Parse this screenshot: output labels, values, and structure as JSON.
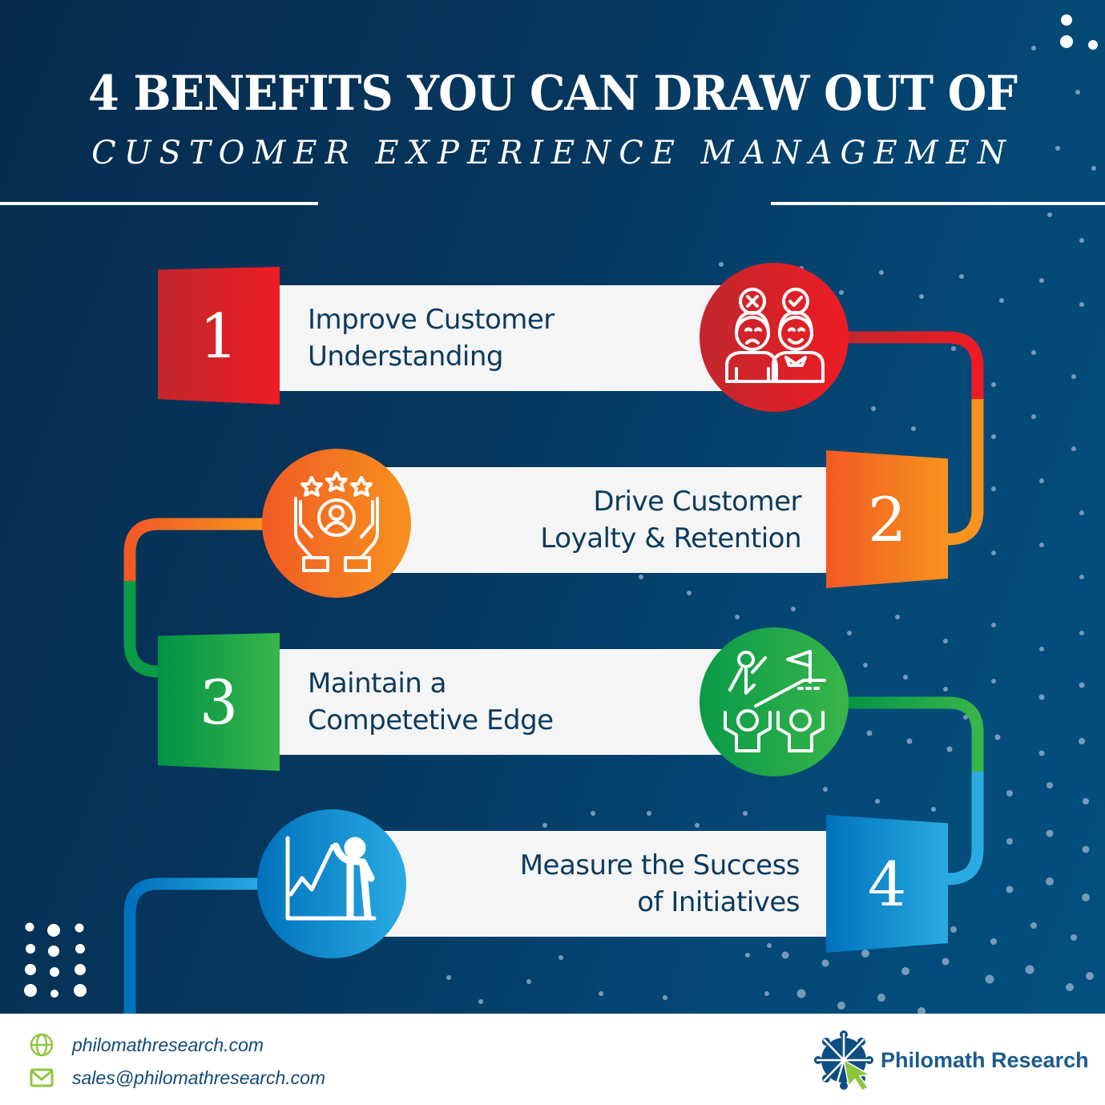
{
  "header": {
    "title_line1": "4 BENEFITS YOU CAN DRAW OUT OF",
    "title_line2": "CUSTOMER EXPERIENCE MANAGEMEN"
  },
  "benefits": [
    {
      "number": "1",
      "line1": "Improve Customer",
      "line2": "Understanding",
      "icon": "satisfied-dissatisfied-customers-icon",
      "color_start": "#c1272d",
      "color_end": "#ed1c24"
    },
    {
      "number": "2",
      "line1": "Drive Customer",
      "line2": "Loyalty & Retention",
      "icon": "hands-rating-stars-icon",
      "color_start": "#f15a24",
      "color_end": "#f7931e"
    },
    {
      "number": "3",
      "line1": "Maintain a",
      "line2": "Competetive Edge",
      "icon": "leader-flag-team-icon",
      "color_start": "#009245",
      "color_end": "#39b54a"
    },
    {
      "number": "4",
      "line1": "Measure the Success",
      "line2": "of Initiatives",
      "icon": "presenter-growth-chart-icon",
      "color_start": "#0071bc",
      "color_end": "#29abe2"
    }
  ],
  "footer": {
    "website": "philomathresearch.com",
    "email": "sales@philomathresearch.com",
    "brand": "Philomath Research",
    "website_icon": "globe-icon",
    "email_icon": "envelope-icon",
    "accent_green": "#8dc63f",
    "brand_blue": "#1a5b8c"
  }
}
